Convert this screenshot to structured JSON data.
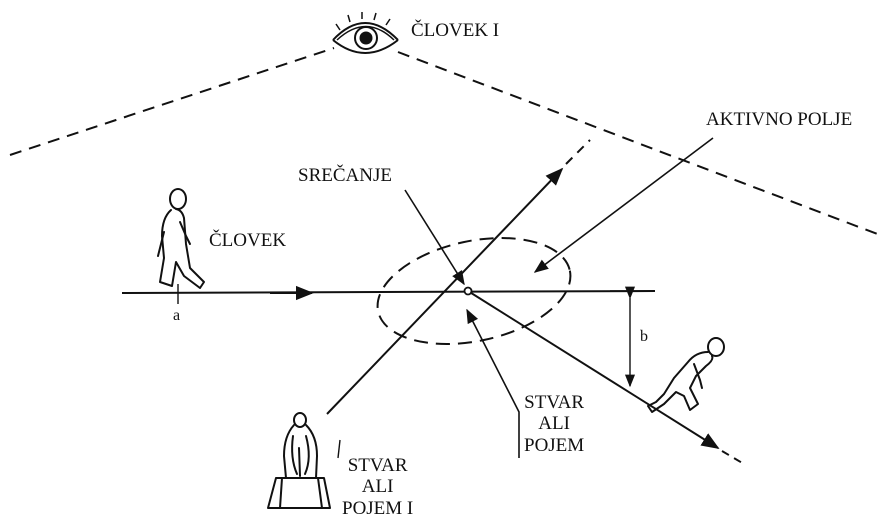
{
  "labels": {
    "observer": "ČLOVEK I",
    "person": "ČLOVEK",
    "encounter": "SREČANJE",
    "active_field": "AKTIVNO POLJE",
    "thing_top": "STVAR",
    "thing_mid": "ALI",
    "thing_bottom": "POJEM",
    "thing1_top": "STVAR",
    "thing1_mid": "ALI",
    "thing1_bottom": "POJEM I",
    "point_a": "a",
    "distance_b": "b"
  },
  "icons": {
    "observer": "eye-icon",
    "walker": "walking-person-icon",
    "climber": "climbing-person-icon",
    "statue": "statue-on-pedestal-icon"
  },
  "colors": {
    "ink": "#111111",
    "background": "#ffffff"
  }
}
